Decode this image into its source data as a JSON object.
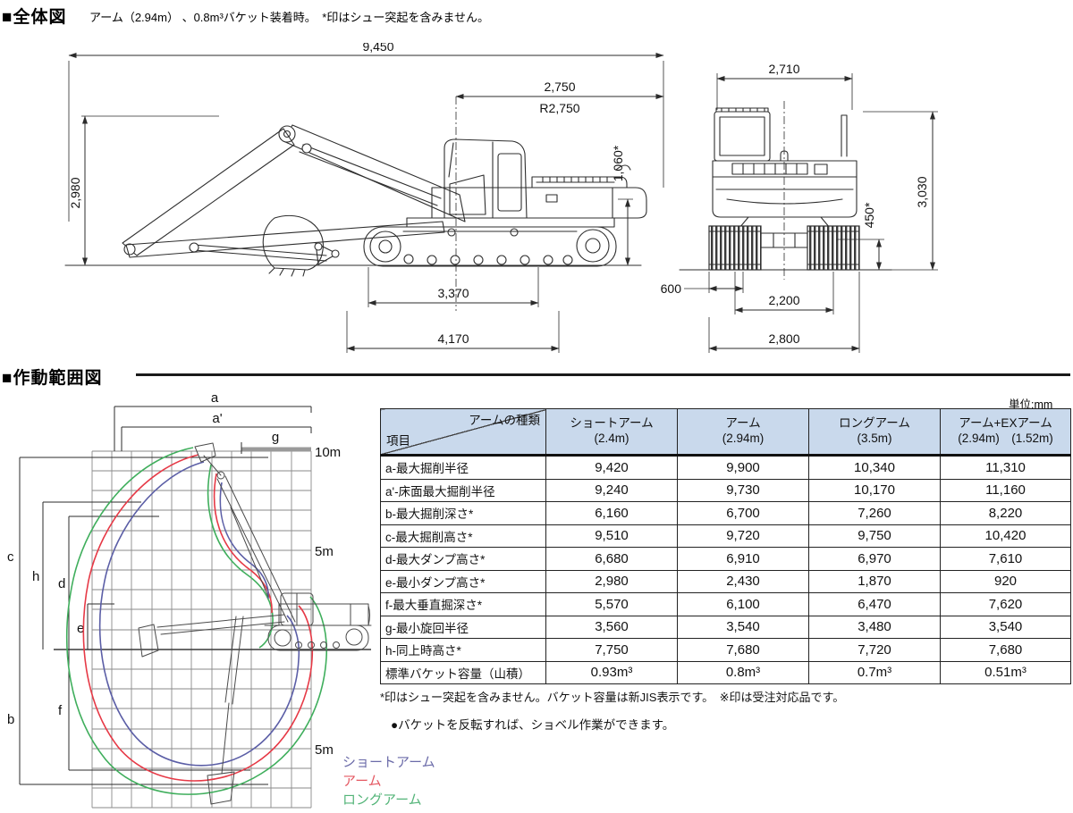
{
  "overall_view": {
    "title": "■全体図",
    "subtitle": "アーム（2.94m） 、0.8m³バケット装着時。　*印はシュー突起を含みません。",
    "side_view_dims": {
      "overall_length": "9,450",
      "rear_end_length": "2,750",
      "tail_swing_radius": "R2,750",
      "boom_transport_height": "2,980",
      "rear_ground_clearance": "1,060*",
      "tumbler_distance": "3,370",
      "crawler_length": "4,170"
    },
    "rear_view_dims": {
      "overall_width": "2,710",
      "overall_height": "3,030",
      "min_ground_clearance": "450*",
      "shoe_width": "600",
      "track_gauge": "2,200",
      "crawler_width": "2,800"
    }
  },
  "working_range": {
    "title": "■作動範囲図",
    "unit_label": "単位:mm",
    "diagram_labels": {
      "a": "a",
      "a_prime": "a'",
      "g": "g",
      "c": "c",
      "h": "h",
      "d": "d",
      "e": "e",
      "b": "b",
      "f": "f",
      "scale_top": "10m",
      "scale_mid": "5m",
      "scale_bottom": "5m"
    },
    "table": {
      "corner_top": "アームの種類",
      "corner_bottom": "項目",
      "columns": [
        {
          "label": "ショートアーム",
          "sub": "(2.4m)"
        },
        {
          "label": "アーム",
          "sub": "(2.94m)"
        },
        {
          "label": "ロングアーム",
          "sub": "(3.5m)"
        },
        {
          "label": "アーム+EXアーム",
          "sub": "(2.94m)　(1.52m)"
        }
      ],
      "rows": [
        {
          "label": "a-最大掘削半径",
          "values": [
            "9,420",
            "9,900",
            "10,340",
            "11,310"
          ]
        },
        {
          "label": "a'-床面最大掘削半径",
          "values": [
            "9,240",
            "9,730",
            "10,170",
            "11,160"
          ]
        },
        {
          "label": "b-最大掘削深さ*",
          "values": [
            "6,160",
            "6,700",
            "7,260",
            "8,220"
          ]
        },
        {
          "label": "c-最大掘削高さ*",
          "values": [
            "9,510",
            "9,720",
            "9,750",
            "10,420"
          ]
        },
        {
          "label": "d-最大ダンプ高さ*",
          "values": [
            "6,680",
            "6,910",
            "6,970",
            "7,610"
          ]
        },
        {
          "label": "e-最小ダンプ高さ*",
          "values": [
            "2,980",
            "2,430",
            "1,870",
            "920"
          ]
        },
        {
          "label": "f-最大垂直掘深さ*",
          "values": [
            "5,570",
            "6,100",
            "6,470",
            "7,620"
          ]
        },
        {
          "label": "g-最小旋回半径",
          "values": [
            "3,560",
            "3,540",
            "3,480",
            "3,540"
          ]
        },
        {
          "label": "h-同上時高さ*",
          "values": [
            "7,750",
            "7,680",
            "7,720",
            "7,680"
          ]
        },
        {
          "label": "標準バケット容量（山積）",
          "values": [
            "0.93m³",
            "0.8m³",
            "0.7m³",
            "0.51m³"
          ]
        }
      ]
    },
    "footnote": "*印はシュー突起を含みません。バケット容量は新JIS表示です。　※印は受注対応品です。",
    "note": "●バケットを反転すれば、ショベル作業ができます。",
    "legend": [
      {
        "label": "ショートアーム",
        "color": "#6a6aa8"
      },
      {
        "label": "アーム",
        "color": "#e45862"
      },
      {
        "label": "ロングアーム",
        "color": "#53b478"
      }
    ],
    "curve_colors": {
      "short_arm": "#5b5ea6",
      "arm": "#e63946",
      "long_arm": "#3fae5c"
    }
  }
}
